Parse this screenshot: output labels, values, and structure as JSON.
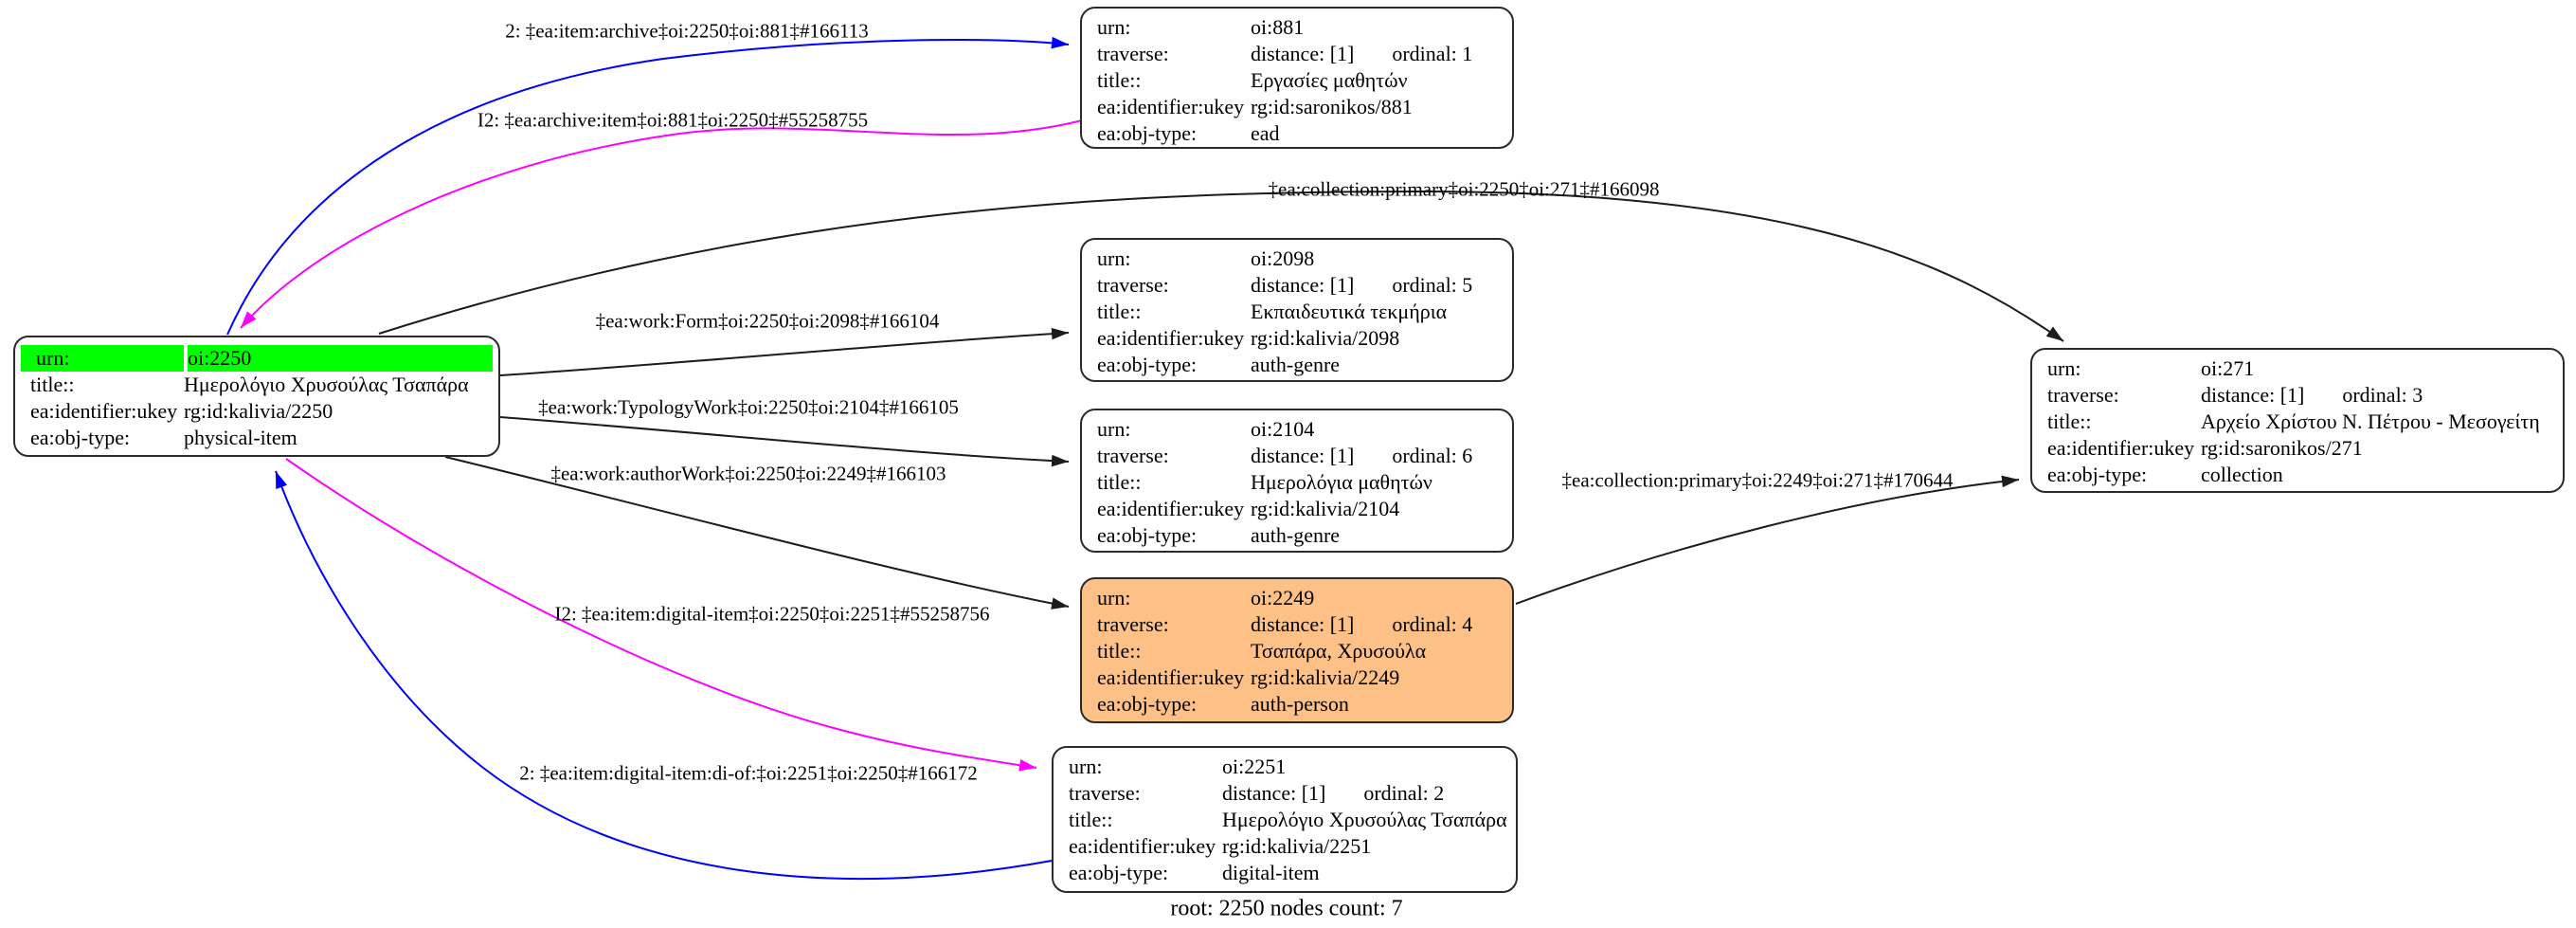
{
  "diagram": {
    "caption": "root: 2250 nodes count: 7"
  },
  "colors": {
    "highlight_green": "#00ff00",
    "highlight_orange": "#fdc086",
    "edge_blue": "#0000ff",
    "edge_magenta": "#ff00ff",
    "edge_black": "#1c1c1c",
    "node_border": "#2b2b2b",
    "background": "#ffffff"
  },
  "nodes": [
    {
      "id": "oi:2250",
      "rows": [
        {
          "label": "urn:",
          "value": "oi:2250"
        },
        {
          "label": "title::",
          "value": "Ημερολόγιο Χρυσούλας Τσαπάρα"
        },
        {
          "label": "ea:identifier:ukey",
          "value": "rg:id:kalivia/2250"
        },
        {
          "label": "ea:obj-type:",
          "value": "physical-item"
        }
      ]
    },
    {
      "id": "oi:881",
      "rows": [
        {
          "label": "urn:",
          "value": "oi:881"
        },
        {
          "label": "traverse:",
          "value": "distance: [1]",
          "value2": "ordinal: 1"
        },
        {
          "label": "title::",
          "value": "Εργασίες μαθητών"
        },
        {
          "label": "ea:identifier:ukey",
          "value": "rg:id:saronikos/881"
        },
        {
          "label": "ea:obj-type:",
          "value": "ead"
        }
      ]
    },
    {
      "id": "oi:2098",
      "rows": [
        {
          "label": "urn:",
          "value": "oi:2098"
        },
        {
          "label": "traverse:",
          "value": "distance: [1]",
          "value2": "ordinal: 5"
        },
        {
          "label": "title::",
          "value": "Εκπαιδευτικά τεκμήρια"
        },
        {
          "label": "ea:identifier:ukey",
          "value": "rg:id:kalivia/2098"
        },
        {
          "label": "ea:obj-type:",
          "value": "auth-genre"
        }
      ]
    },
    {
      "id": "oi:2104",
      "rows": [
        {
          "label": "urn:",
          "value": "oi:2104"
        },
        {
          "label": "traverse:",
          "value": "distance: [1]",
          "value2": "ordinal: 6"
        },
        {
          "label": "title::",
          "value": "Ημερολόγια μαθητών"
        },
        {
          "label": "ea:identifier:ukey",
          "value": "rg:id:kalivia/2104"
        },
        {
          "label": "ea:obj-type:",
          "value": "auth-genre"
        }
      ]
    },
    {
      "id": "oi:2249",
      "rows": [
        {
          "label": "urn:",
          "value": "oi:2249"
        },
        {
          "label": "traverse:",
          "value": "distance: [1]",
          "value2": "ordinal: 4"
        },
        {
          "label": "title::",
          "value": "Τσαπάρα, Χρυσούλα"
        },
        {
          "label": "ea:identifier:ukey",
          "value": "rg:id:kalivia/2249"
        },
        {
          "label": "ea:obj-type:",
          "value": "auth-person"
        }
      ]
    },
    {
      "id": "oi:2251",
      "rows": [
        {
          "label": "urn:",
          "value": "oi:2251"
        },
        {
          "label": "traverse:",
          "value": "distance: [1]",
          "value2": "ordinal: 2"
        },
        {
          "label": "title::",
          "value": "Ημερολόγιο Χρυσούλας Τσαπάρα"
        },
        {
          "label": "ea:identifier:ukey",
          "value": "rg:id:kalivia/2251"
        },
        {
          "label": "ea:obj-type:",
          "value": "digital-item"
        }
      ]
    },
    {
      "id": "oi:271",
      "rows": [
        {
          "label": "urn:",
          "value": "oi:271"
        },
        {
          "label": "traverse:",
          "value": "distance: [1]",
          "value2": "ordinal: 3"
        },
        {
          "label": "title::",
          "value": "Αρχείο Χρίστου Ν. Πέτρου - Μεσογείτη"
        },
        {
          "label": "ea:identifier:ukey",
          "value": "rg:id:saronikos/271"
        },
        {
          "label": "ea:obj-type:",
          "value": "collection"
        }
      ]
    }
  ],
  "edge_labels": [
    "2: ‡ea:item:archive‡oi:2250‡oi:881‡#166113",
    "I2: ‡ea:archive:item‡oi:881‡oi:2250‡#55258755",
    "‡ea:collection:primary‡oi:2250‡oi:271‡#166098",
    "‡ea:work:Form‡oi:2250‡oi:2098‡#166104",
    "‡ea:work:TypologyWork‡oi:2250‡oi:2104‡#166105",
    "‡ea:work:authorWork‡oi:2250‡oi:2249‡#166103",
    "I2: ‡ea:item:digital-item‡oi:2250‡oi:2251‡#55258756",
    "2: ‡ea:item:digital-item:di-of:‡oi:2251‡oi:2250‡#166172",
    "‡ea:collection:primary‡oi:2249‡oi:271‡#170644"
  ]
}
